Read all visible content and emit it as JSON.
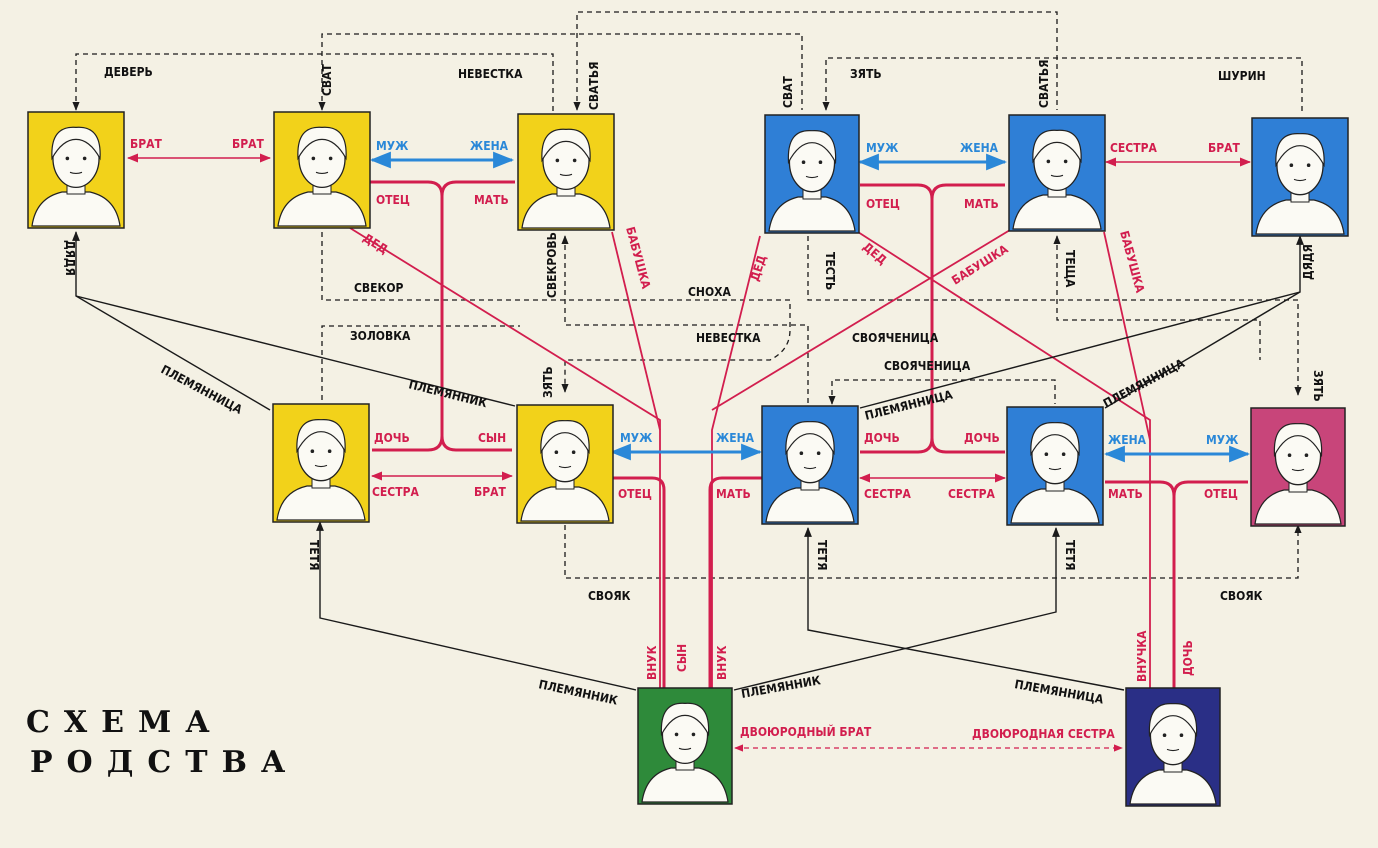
{
  "title": {
    "line1": "СХЕМА",
    "line2": "РОДСТВА"
  },
  "colors": {
    "background": "#f4f1e4",
    "yellow": "#f2d21a",
    "blue": "#2f7fd6",
    "pink": "#c8457a",
    "green": "#2e8a3a",
    "navy": "#2a2f86",
    "red_line": "#d21e4e",
    "blue_line": "#2a88d8",
    "black_line": "#1a1a1a"
  },
  "people": [
    {
      "id": "p1",
      "color": "yellow"
    },
    {
      "id": "p2",
      "color": "yellow"
    },
    {
      "id": "p3",
      "color": "yellow"
    },
    {
      "id": "p4",
      "color": "blue"
    },
    {
      "id": "p5",
      "color": "blue"
    },
    {
      "id": "p6",
      "color": "blue"
    },
    {
      "id": "p7",
      "color": "yellow"
    },
    {
      "id": "p8",
      "color": "yellow"
    },
    {
      "id": "p9",
      "color": "blue"
    },
    {
      "id": "p10",
      "color": "blue"
    },
    {
      "id": "p11",
      "color": "pink"
    },
    {
      "id": "p12",
      "color": "green"
    },
    {
      "id": "p13",
      "color": "navy"
    }
  ],
  "labels": {
    "brat": "БРАТ",
    "muzh": "МУЖ",
    "zhena": "ЖЕНА",
    "otets": "ОТЕЦ",
    "mat": "МАТЬ",
    "sestra": "СЕСТРА",
    "doch": "ДОЧЬ",
    "syn": "СЫН",
    "ded": "ДЕД",
    "babushka": "БАБУШКА",
    "vnuk": "ВНУК",
    "vnuchka": "ВНУЧКА",
    "dyadya": "ДЯДЯ",
    "tetya": "ТЕТЯ",
    "plemyannik": "ПЛЕМЯННИК",
    "plemyannitsa": "ПЛЕМЯННИЦА",
    "dever": "ДЕВЕРЬ",
    "nevestka": "НЕВЕСТКА",
    "svat": "СВАТ",
    "svatya": "СВАТЬЯ",
    "zyat": "ЗЯТЬ",
    "shurin": "ШУРИН",
    "svekor": "СВЕКОР",
    "svekrov": "СВЕКРОВЬ",
    "zolovka": "ЗОЛОВКА",
    "snokha": "СНОХА",
    "test": "ТЕСТЬ",
    "teshcha": "ТЕЩА",
    "svoyachenitsa": "СВОЯЧЕНИЦА",
    "svoyak": "СВОЯК",
    "dvoyurodny_brat": "ДВОЮРОДНЫЙ БРАТ",
    "dvoyurodnaya_sestra": "ДВОЮРОДНАЯ СЕСТРА"
  }
}
